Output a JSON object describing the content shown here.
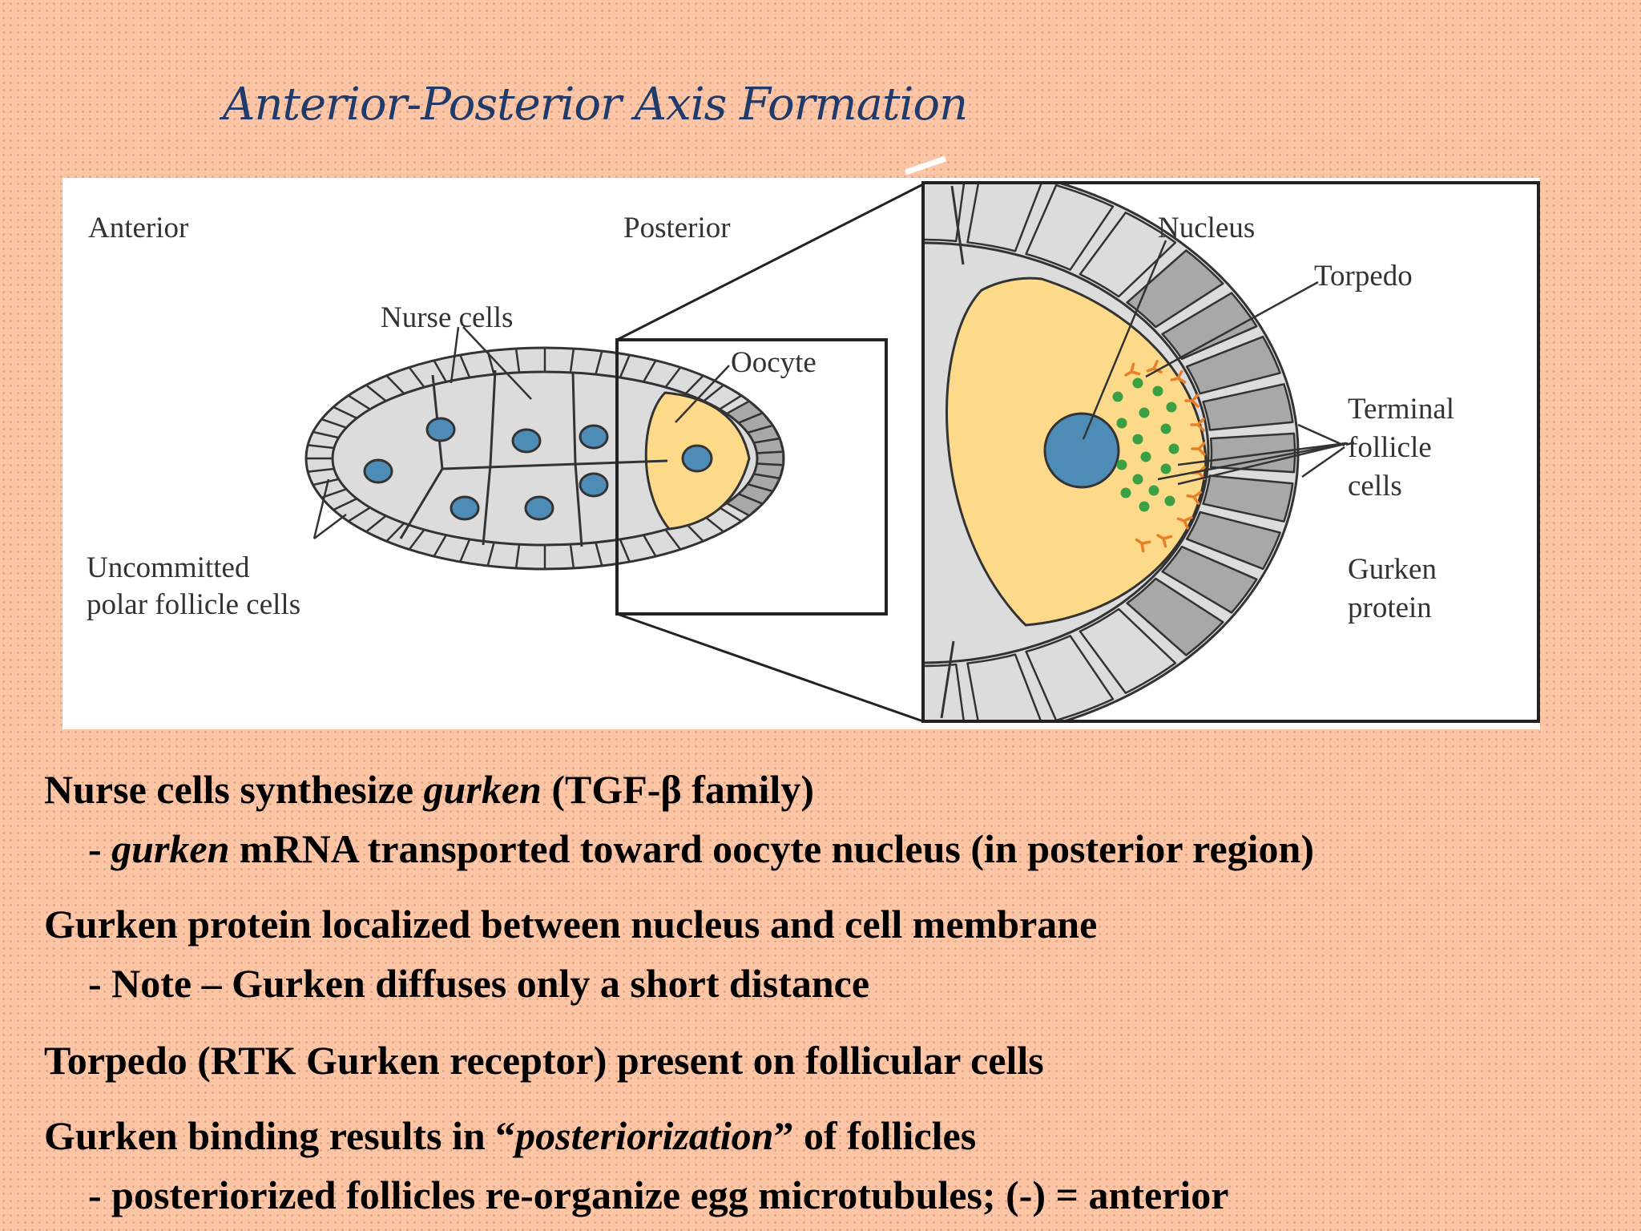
{
  "title": "Anterior-Posterior Axis Formation",
  "diagram": {
    "left_labels": {
      "anterior": "Anterior",
      "posterior": "Posterior",
      "nurse_cells": "Nurse cells",
      "oocyte": "Oocyte",
      "uncommitted_1": "Uncommitted",
      "uncommitted_2": "polar follicle cells"
    },
    "right_labels": {
      "nucleus": "Nucleus",
      "torpedo": "Torpedo",
      "terminal_1": "Terminal",
      "terminal_2": "follicle",
      "terminal_3": "cells",
      "gurken_1": "Gurken",
      "gurken_2": "protein"
    },
    "colors": {
      "oocyte": "#fdd98a",
      "nucleus": "#4e8cb8",
      "follicle": "#dcdcdc",
      "terminal_follicle": "#a8a8a8",
      "gurken": "#3aa043",
      "torpedo": "#e8802a"
    }
  },
  "bullets": {
    "b1_pre": "Nurse cells synthesize ",
    "b1_ital": "gurken",
    "b1_post": " (TGF-β family)",
    "b2_pre": "- ",
    "b2_ital": "gurken",
    "b2_post": "  mRNA transported toward oocyte nucleus (in posterior region)",
    "b3": "Gurken protein localized between nucleus and cell membrane",
    "b4": "- Note – Gurken diffuses only a short distance",
    "b5": "Torpedo (RTK Gurken receptor) present on follicular cells",
    "b6_pre": "Gurken binding results in “",
    "b6_ital": "posteriorization",
    "b6_post": "” of follicles",
    "b7": "- posteriorized follicles re-organize egg microtubules; (-) = anterior"
  }
}
